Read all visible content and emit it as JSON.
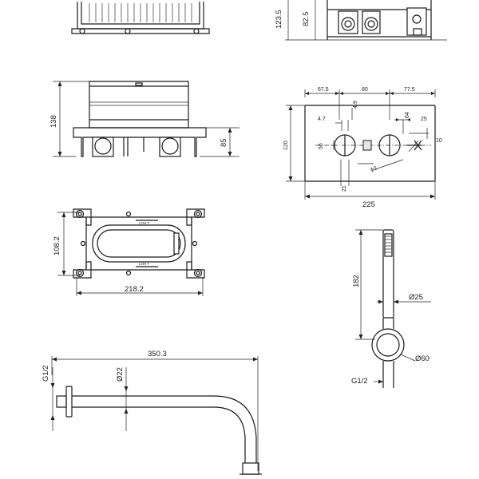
{
  "dimensions": {
    "top_height_a": "123.5",
    "top_height_b": "82.5",
    "body_height_total": "138",
    "body_height_inner": "85",
    "plate_left": "67.5",
    "plate_mid": "80",
    "plate_right": "77.5",
    "plate_width": "225",
    "plate_height": "120",
    "small_4_7": "4.7",
    "small_4_9": "4.9",
    "small_64": "64",
    "small_25": "25",
    "small_10": "10",
    "small_56": "56",
    "small_21": "21",
    "phi2": "ϕ2",
    "frame_height": "108.2",
    "frame_width": "218.2",
    "handshower_length": "182",
    "handshower_diam": "Ø25",
    "holder_diam": "Ø60",
    "handshower_thread": "G1/2",
    "arm_length": "350.3",
    "arm_diam": "Ø22",
    "arm_thread": "G1/2"
  },
  "frame_labels": {
    "top": "LOH T",
    "bottom": "LOH T"
  }
}
